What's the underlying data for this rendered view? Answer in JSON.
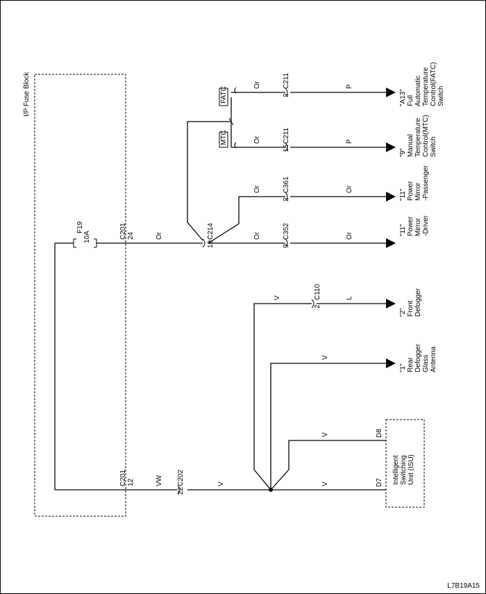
{
  "diagram_id": "L7B19A15",
  "fuse_block": {
    "label": "I/P Fuse Block",
    "fuse_id": "F19",
    "fuse_rating": "10A"
  },
  "connectors": {
    "c201_top": {
      "name": "C201",
      "pin": "24"
    },
    "c201_bottom": {
      "name": "C201",
      "pin": "12"
    },
    "c214": {
      "name": "C214",
      "pin": "19"
    },
    "c211_fatc": {
      "name": "C211",
      "pin": "2"
    },
    "c211_mtc": {
      "name": "C211",
      "pin": "15"
    },
    "c361": {
      "name": "C361",
      "pin": "2"
    },
    "c352": {
      "name": "C352",
      "pin": "9"
    },
    "c110": {
      "name": "C110",
      "pin": "2"
    },
    "c202": {
      "name": "C202",
      "pin": "22"
    }
  },
  "option_tags": {
    "fatc": "FATC",
    "mtc": "MTC"
  },
  "wire_colors": {
    "or": "Or",
    "p": "P",
    "v": "V",
    "l": "L",
    "vw": "VW"
  },
  "destinations": {
    "fatc": [
      "\"A13\"",
      "Full",
      "Automatic",
      "Temperature",
      "Control(FATC)",
      "Switch"
    ],
    "mtc": [
      "\"9\"",
      "Manual",
      "Temperature",
      "Control(MTC)",
      "Switch"
    ],
    "mirror_passenger": [
      "\"11\"",
      "Power",
      "Mirror",
      "-Passenger"
    ],
    "mirror_driver": [
      "\"11\"",
      "Power",
      "Mirror",
      "-Driver"
    ],
    "front_defogger": [
      "\"2\"",
      "Front",
      "Defogger"
    ],
    "rear_defogger": [
      "\"1\"",
      "Rear",
      "Defogger",
      "Glass",
      "Antenna"
    ]
  },
  "isu": {
    "lines": [
      "Intelligent",
      "Switching",
      "Unit (ISU)"
    ],
    "pin_d8": "D8",
    "pin_d7": "D7"
  }
}
